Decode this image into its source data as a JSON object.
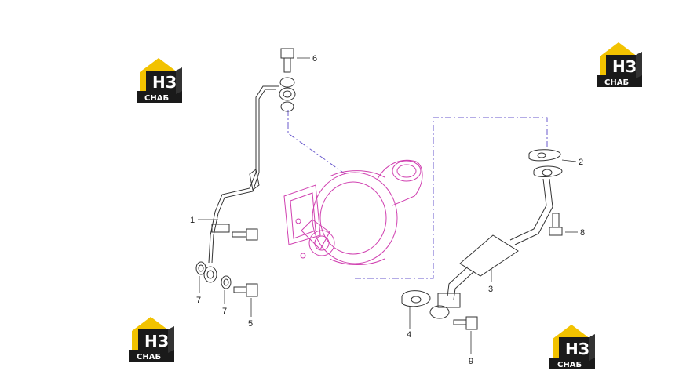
{
  "logo": {
    "letters": "НЗ",
    "caption": "СНАБ",
    "colors": {
      "accent": "#f2c200",
      "dark": "#1a1a1a",
      "light": "#ffffff"
    }
  },
  "callouts": {
    "p1": "1",
    "p2": "2",
    "p3": "3",
    "p4": "4",
    "p5": "5",
    "p6": "6",
    "p7a": "7",
    "p7b": "7",
    "p8": "8",
    "p9": "9"
  },
  "colors": {
    "turbo_outline": "#d040b0",
    "leader_dash": "#6a5acd",
    "part_line": "#333333"
  }
}
